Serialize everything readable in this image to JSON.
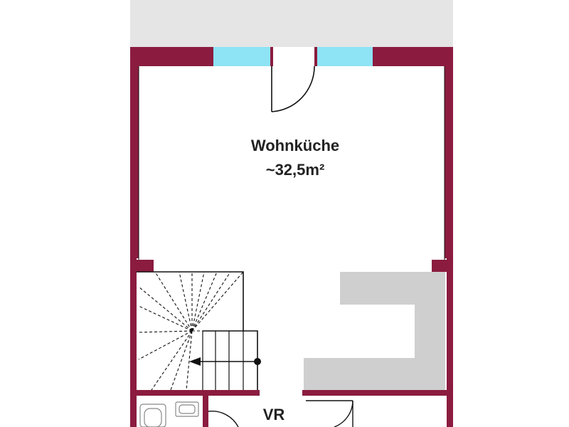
{
  "rooms": {
    "living_kitchen": {
      "name": "Wohnküche",
      "area": "~32,5m²"
    },
    "hallway": {
      "name": "VR"
    }
  },
  "colors": {
    "wall": "#8b1c3f",
    "window": "#8ee3f5",
    "terrace": "#e5e5e5",
    "counter": "#cfcfcf",
    "line": "#111111"
  },
  "symbols": [
    "window",
    "swing-door",
    "staircase",
    "kitchen-counter",
    "toilet",
    "washbasin",
    "direction-arrow"
  ]
}
